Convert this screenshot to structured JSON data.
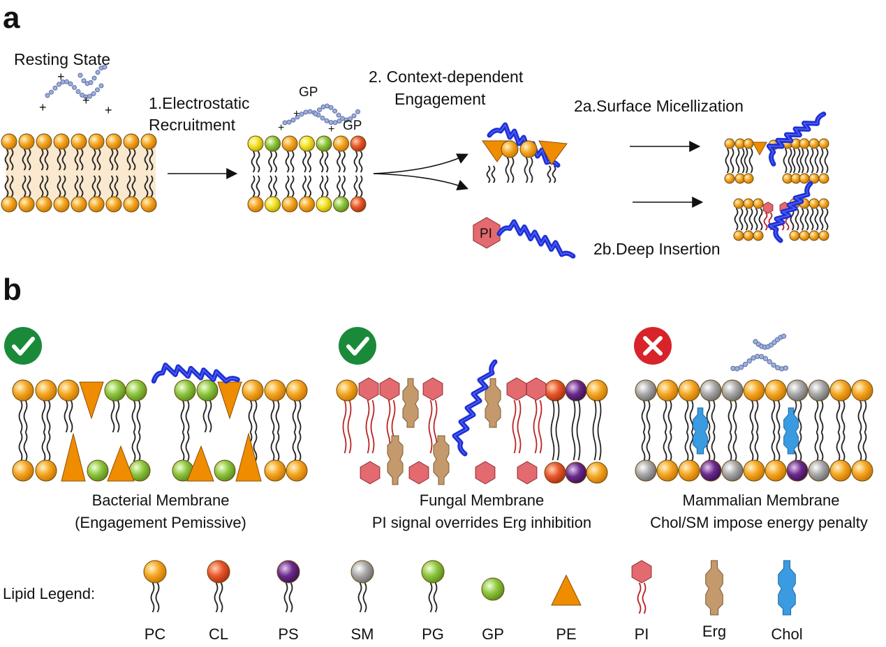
{
  "panel_a": {
    "letter": "a",
    "resting_state": "Resting State",
    "step1_line1": "1.Electrostatic",
    "step1_line2": "Recruitment",
    "step2_line1": "2. Context-dependent",
    "step2_line2": "Engagement",
    "step2a": "2a.Surface Micellization",
    "step2b": "2b.Deep Insertion",
    "gp_label": "GP",
    "pi_label": "PI",
    "plus": "+"
  },
  "panel_b": {
    "letter": "b",
    "bacterial": {
      "line1": "Bacterial Membrane",
      "line2": "(Engagement Pemissive)",
      "status": "check"
    },
    "fungal": {
      "line1": "Fungal Membrane",
      "line2": "PI signal overrides Erg inhibition",
      "status": "check"
    },
    "mammalian": {
      "line1": "Mammalian Membrane",
      "line2": "Chol/SM impose energy penalty",
      "status": "cross"
    }
  },
  "legend": {
    "title": "Lipid Legend:",
    "items": [
      {
        "label": "PC",
        "color": "#f5a623",
        "shape": "sphere-lipid"
      },
      {
        "label": "CL",
        "color": "#e8572b",
        "shape": "sphere-lipid"
      },
      {
        "label": "PS",
        "color": "#6a2b8c",
        "shape": "sphere-lipid"
      },
      {
        "label": "SM",
        "color": "#9a9a9a",
        "shape": "sphere-lipid"
      },
      {
        "label": "PG",
        "color": "#8dc63f",
        "shape": "sphere-lipid"
      },
      {
        "label": "GP",
        "color": "#8dc63f",
        "shape": "sphere"
      },
      {
        "label": "PE",
        "color": "#f08c00",
        "shape": "cone"
      },
      {
        "label": "PI",
        "color": "#e36a6f",
        "shape": "hexagon-lipid"
      },
      {
        "label": "Erg",
        "color": "#c49a6c",
        "shape": "sterol"
      },
      {
        "label": "Chol",
        "color": "#3a9be0",
        "shape": "sterol"
      }
    ]
  },
  "colors": {
    "pc": "#f5a623",
    "cl": "#e8572b",
    "ps": "#6a2b8c",
    "sm": "#9a9a9a",
    "pg": "#8dc63f",
    "yellow": "#f2e22a",
    "pe": "#f08c00",
    "pi": "#e36a6f",
    "erg": "#c49a6c",
    "chol": "#3a9be0",
    "peptide": "#1e2fd6",
    "beads": "#9fb0d8",
    "check": "#1a8a3a",
    "cross": "#d8232a"
  }
}
